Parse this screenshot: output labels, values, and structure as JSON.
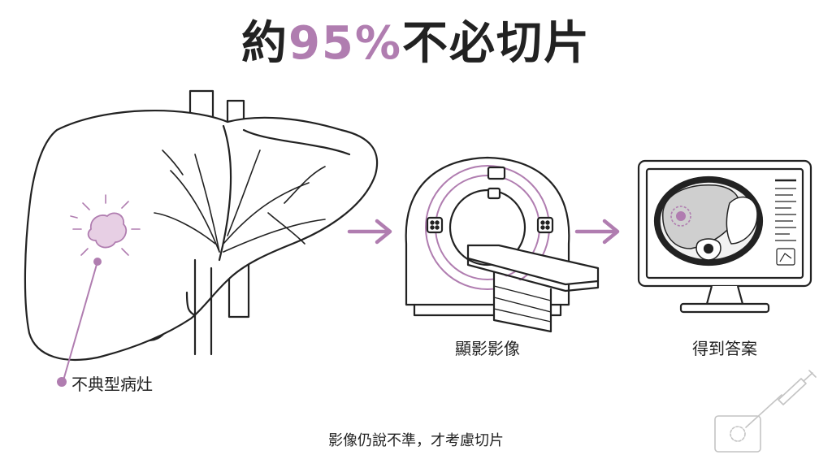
{
  "title": {
    "prefix": "約",
    "highlight": "95%",
    "suffix": "不必切片"
  },
  "labels": {
    "lesion": "不典型病灶",
    "imaging": "顯影影像",
    "result": "得到答案"
  },
  "footer": "影像仍說不準，才考慮切片",
  "colors": {
    "accent": "#b07db0",
    "line": "#222222",
    "tissue": "#cfcfcf"
  },
  "icons": {
    "liver": "liver-icon",
    "ct_scanner": "ct-scanner-icon",
    "monitor": "monitor-icon",
    "biopsy": "biopsy-needle-icon",
    "arrow": "arrow-right-icon"
  }
}
